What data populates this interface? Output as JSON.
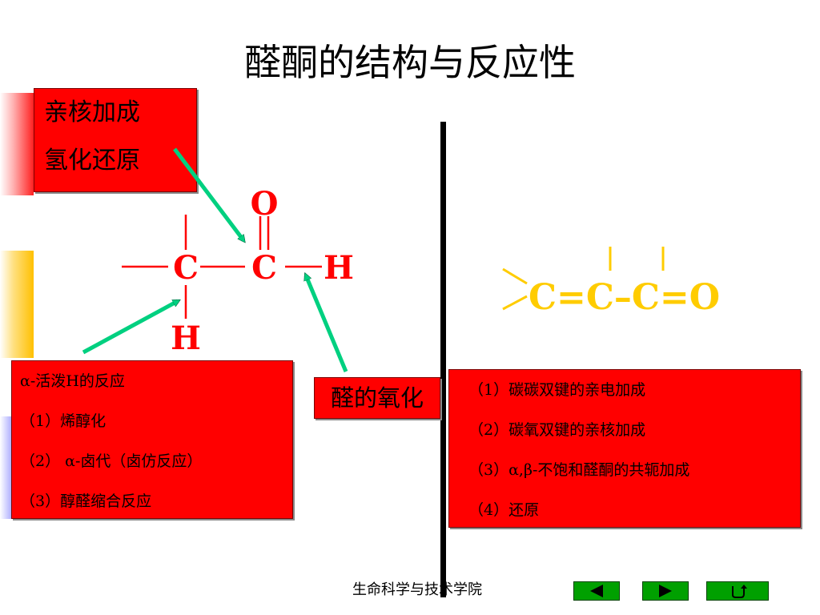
{
  "title": "醛酮的结构与反应性",
  "top_box": {
    "line1": "亲核加成",
    "line2": "氢化还原"
  },
  "left_box": {
    "line1": "α-活泼H的反应",
    "line2": "（1）烯醇化",
    "line3": "（2） α-卤代（卤仿反应）",
    "line4": "（3）醇醛缩合反应"
  },
  "mid_box": {
    "label": "醛的氧化"
  },
  "right_box": {
    "line1": "（1）碳碳双键的亲电加成",
    "line2": "（2）碳氧双键的亲核加成",
    "line3": "（3）α,β-不饱和醛酮的共轭加成",
    "line4": "（4）还原"
  },
  "aldehyde_structure": {
    "O": "O",
    "C1": "C",
    "C2": "C",
    "H_right": "H",
    "H_bottom": "H"
  },
  "enal_structure": {
    "formula": "C=C–C=O"
  },
  "footer": {
    "text": "生命科学与技术学院"
  },
  "nav": {
    "prev": "previous-slide",
    "next": "next-slide",
    "return": "return"
  },
  "colors": {
    "box_red": "#ff0000",
    "chem_red": "#ff0000",
    "chem_yellow": "#ffcc00",
    "arrow_green": "#00d080",
    "nav_green": "#00a000"
  }
}
